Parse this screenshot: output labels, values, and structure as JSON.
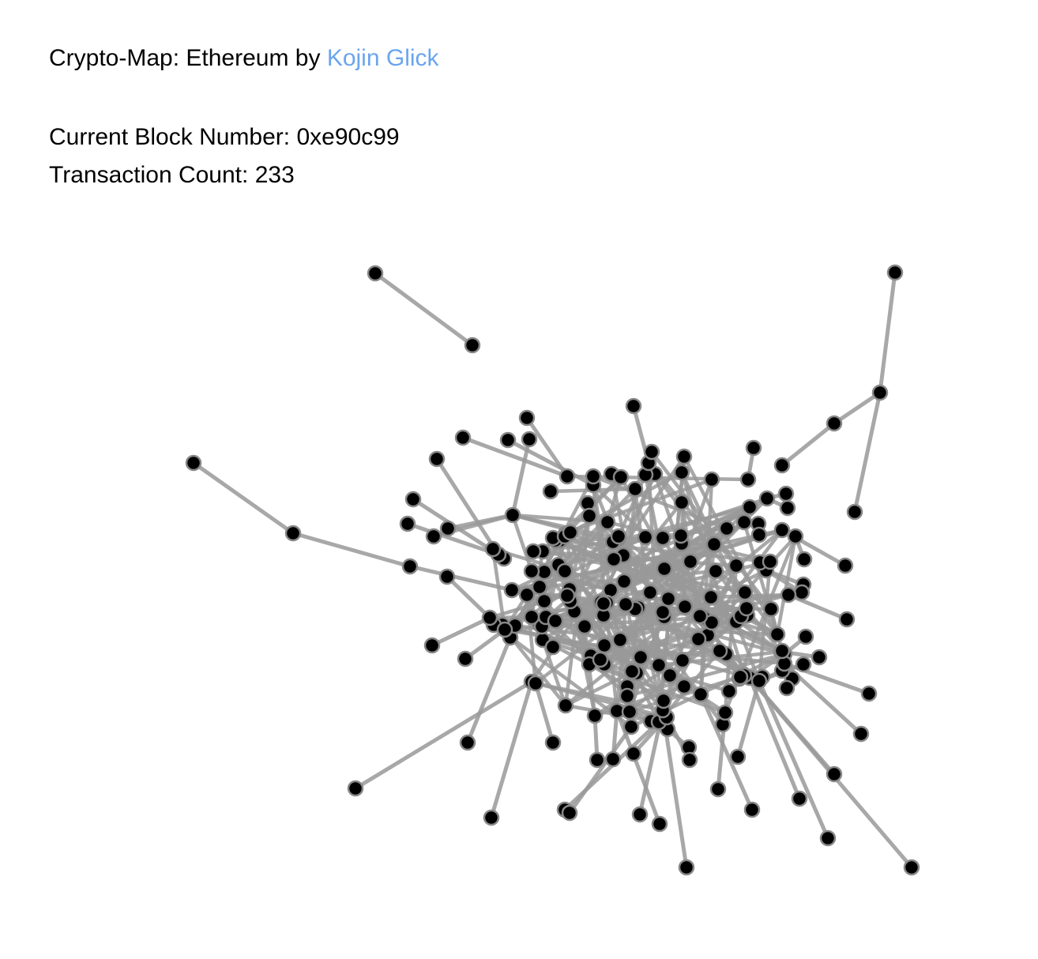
{
  "header": {
    "title_prefix": "Crypto-Map: Ethereum by",
    "author_link": "Kojin Glick"
  },
  "stats": {
    "block_label": "Current Block Number:",
    "block_value": "0xe90c99",
    "tx_label": "Transaction Count:",
    "tx_value": "233"
  },
  "colors": {
    "link_accent": "#6aa5ee",
    "node_fill": "#000000",
    "node_stroke": "#888888",
    "edge": "#999999"
  }
}
